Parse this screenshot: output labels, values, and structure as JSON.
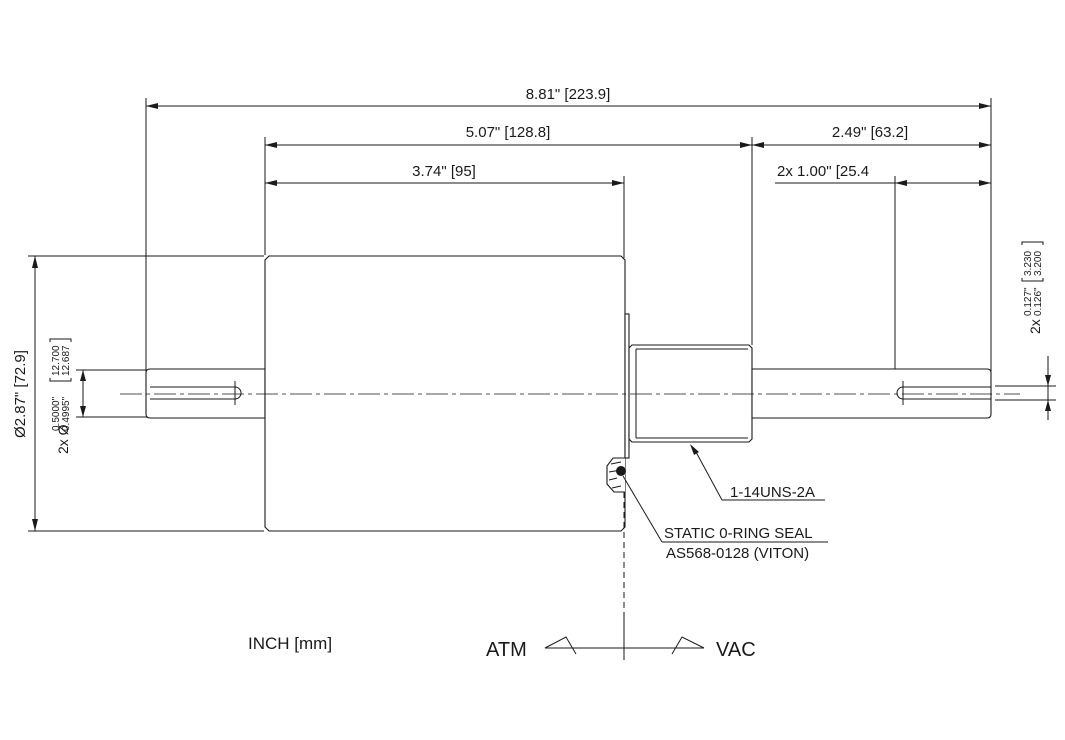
{
  "dimensions": {
    "overall_length": "8.81\" [223.9]",
    "housing_to_thread": "5.07\" [128.8]",
    "housing_length": "3.74\" [95]",
    "vac_shaft_length": "2.49\" [63.2]",
    "keyway_length": "2x 1.00\" [25.4"
  },
  "diameter": {
    "housing": "Ø2.87\" [72.9]",
    "shaft_prefix": "2x Ø",
    "shaft_inch_upper": "0.5000\"",
    "shaft_inch_lower": "0.4995\"",
    "shaft_mm_upper": "12.700",
    "shaft_mm_lower": "12.687"
  },
  "keyway": {
    "prefix": "2x",
    "inch_upper": "0.127\"",
    "inch_lower": "0.126\"",
    "mm_upper": "3.230",
    "mm_lower": "3.200"
  },
  "callouts": {
    "thread": "1-14UNS-2A",
    "seal_line1": "STATIC 0-RING SEAL",
    "seal_line2": "AS568-0128 (VITON)"
  },
  "units_label": "INCH [mm]",
  "sides": {
    "atm": "ATM",
    "vac": "VAC"
  },
  "colors": {
    "ink": "#1a1a1a",
    "background": "#ffffff"
  }
}
